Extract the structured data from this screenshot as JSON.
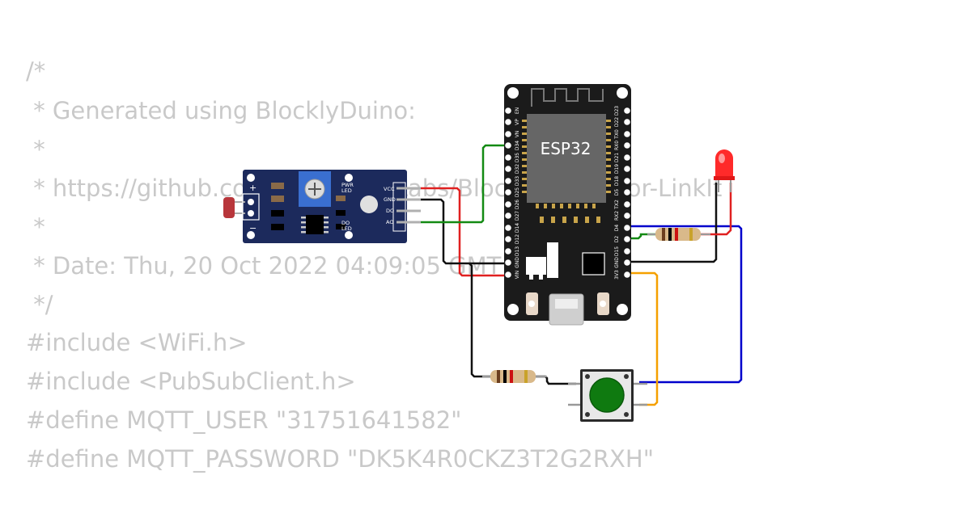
{
  "code": {
    "lines": [
      "/*",
      " * Generated using BlocklyDuino:",
      " *",
      " * https://github.com/MediaTek-Labs/BlocklyDuino-for-LinkIt",
      " *",
      " * Date: Thu, 20 Oct 2022 04:09:05 GMT",
      " */",
      "#include <WiFi.h>",
      "#include <PubSubClient.h>",
      "#define MQTT_USER \"31751641582\"",
      "#define MQTT_PASSWORD \"DK5K4R0CKZ3T2G2RXH\""
    ]
  },
  "esp32": {
    "chip_label": "ESP32",
    "left_pins": [
      "EN",
      "VP",
      "VN",
      "D34",
      "D35",
      "D32",
      "D33",
      "D25",
      "D26",
      "D27",
      "D14",
      "D12",
      "D13",
      "GND",
      "VIN"
    ],
    "right_pins": [
      "D23",
      "D22",
      "TX0",
      "RX0",
      "D21",
      "D19",
      "D18",
      "D5",
      "TX2",
      "RX2",
      "D4",
      "D2",
      "D15",
      "GND",
      "3V3"
    ]
  },
  "sensor": {
    "plus_label": "+",
    "minus_label": "−",
    "pwr_led_label": [
      "PWR",
      "LED"
    ],
    "do_led_label": [
      "DO",
      "LED"
    ],
    "pins": [
      "VCC",
      "GND",
      "DO",
      "AO"
    ]
  },
  "colors": {
    "board": "#1b1b1b",
    "sensor_board": "#1c2a5c",
    "potentiometer": "#3a6fd0",
    "wire_green": "#138a13",
    "wire_red": "#e02020",
    "wire_black": "#111111",
    "wire_blue": "#0000cc",
    "wire_orange": "#f5a000",
    "led_red": "#ff2a2a",
    "button_cap": "#0f7a10"
  }
}
